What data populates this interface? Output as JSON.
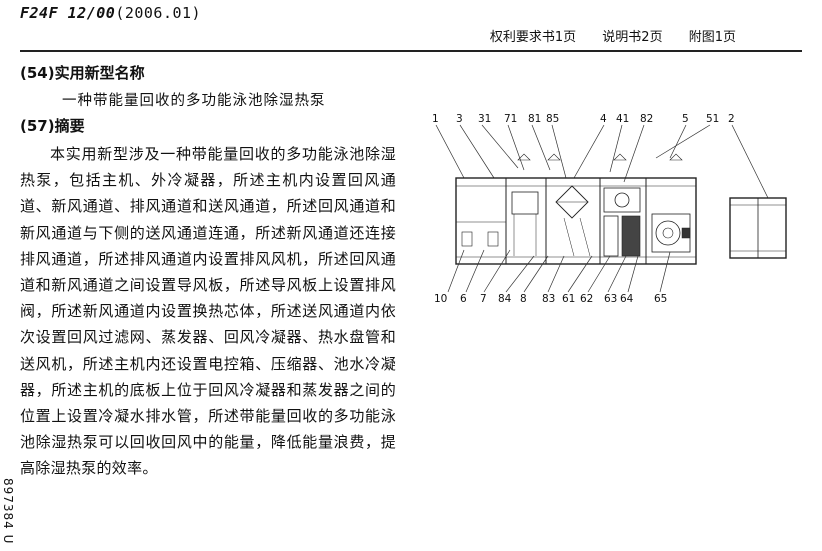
{
  "header": {
    "ipc_code": "F24F 12/00",
    "ipc_date": "(2006.01)",
    "pages": [
      "权利要求书1页",
      "说明书2页",
      "附图1页"
    ]
  },
  "utility_model_name": {
    "label": "(54)实用新型名称",
    "text": "一种带能量回收的多功能泳池除湿热泵"
  },
  "abstract": {
    "label": "(57)摘要",
    "text": "本实用新型涉及一种带能量回收的多功能泳池除湿热泵，包括主机、外冷凝器，所述主机内设置回风通道、新风通道、排风通道和送风通道，所述回风通道和新风通道与下侧的送风通道连通，所述新风通道还连接排风通道，所述排风通道内设置排风风机，所述回风通道和新风通道之间设置导风板，所述导风板上设置排风阀，所述新风通道内设置换热芯体，所述送风通道内依次设置回风过滤网、蒸发器、回风冷凝器、热水盘管和送风机，所述主机内还设置电控箱、压缩器、池水冷凝器，所述主机的底板上位于回风冷凝器和蒸发器之间的位置上设置冷凝水排水管，所述带能量回收的多功能泳池除湿热泵可以回收回风中的能量，降低能量浪费，提高除湿热泵的效率。"
  },
  "side_number": "897384 U",
  "figure": {
    "top_labels": [
      "1",
      "3",
      "31",
      "71",
      "81",
      "85",
      "4",
      "41",
      "82",
      "5",
      "51",
      "2"
    ],
    "bottom_labels": [
      "10",
      "6",
      "7",
      "84",
      "8",
      "83",
      "61",
      "62",
      "63",
      "64",
      "65"
    ]
  }
}
